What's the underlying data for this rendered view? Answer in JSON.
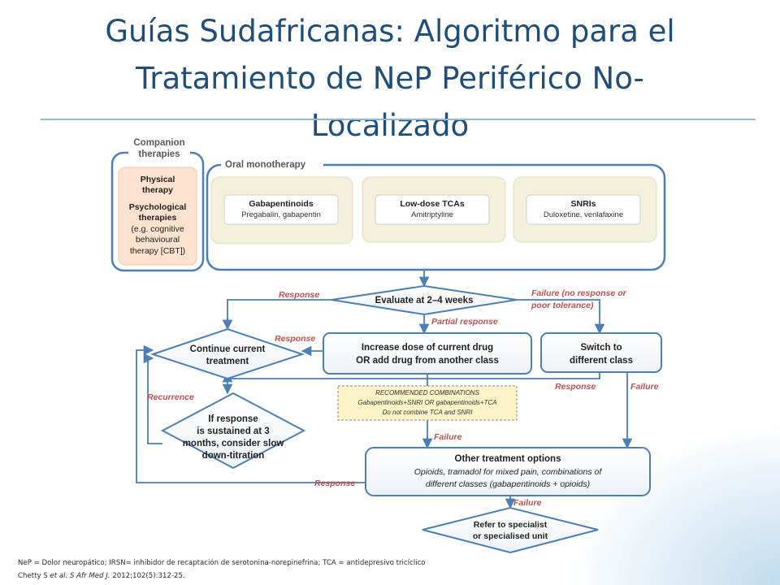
{
  "slide": {
    "title_line1": "Guías Sudafricanas: Algoritmo para el",
    "title_line2": "Tratamiento de NeP Periférico No-",
    "title_line3": "Localizado"
  },
  "diagram": {
    "companion": {
      "heading_line1": "Companion",
      "heading_line2": "therapies",
      "physical_line1": "Physical",
      "physical_line2": "therapy",
      "psych_line1": "Psychological",
      "psych_line2": "therapies",
      "psych_line3": "(e.g. cognitive",
      "psych_line4": "behavioural",
      "psych_line5": "therapy [CBT])"
    },
    "oral": {
      "heading": "Oral monotherapy",
      "drug1_name": "Gabapentinoids",
      "drug1_detail": "Pregabalin, gabapentin",
      "drug2_name": "Low-dose TCAs",
      "drug2_detail": "Amitriptyline",
      "drug3_name": "SNRIs",
      "drug3_detail": "Duloxetine, venlafaxine"
    },
    "evaluate": "Evaluate at 2–4 weeks",
    "continue_line1": "Continue current",
    "continue_line2": "treatment",
    "increase_line1": "Increase dose of current drug",
    "increase_line2": "OR add drug from another class",
    "switch_line1": "Switch to",
    "switch_line2": "different class",
    "sustain_line1": "If response",
    "sustain_line2": "is sustained at 3",
    "sustain_line3": "months, consider slow",
    "sustain_line4": "down-titration",
    "rec_line1": "RECOMMENDED COMBINATIONS",
    "rec_line2": "Gabapentinoids+SNRI  OR gabapentinoids+TCA",
    "rec_line3": "Do not combine TCA and SNRI",
    "other_line1": "Other treatment options",
    "other_line2": "Opioids, tramadol for mixed pain, combinations of",
    "other_line3": "different classes (gabapentinoids + opioids)",
    "refer_line1": "Refer to specialist",
    "refer_line2": "or specialised unit",
    "labels": {
      "response": "Response",
      "failure_no_response_line1": "Failure (no response or",
      "failure_no_response_line2": "poor tolerance)",
      "partial_response": "Partial response",
      "recurrence": "Recurrence",
      "failure": "Failure"
    }
  },
  "footer": {
    "abbrev": "NeP = Dolor neuropático; IRSN= inhibidor de recaptación de serotonina-norepinefrina; TCA = antidepresivo tricíclico",
    "cite_author": "Chetty S ",
    "cite_journal": "et al. S Afr Med J.",
    "cite_rest": " 2012;102(5):312-25."
  }
}
